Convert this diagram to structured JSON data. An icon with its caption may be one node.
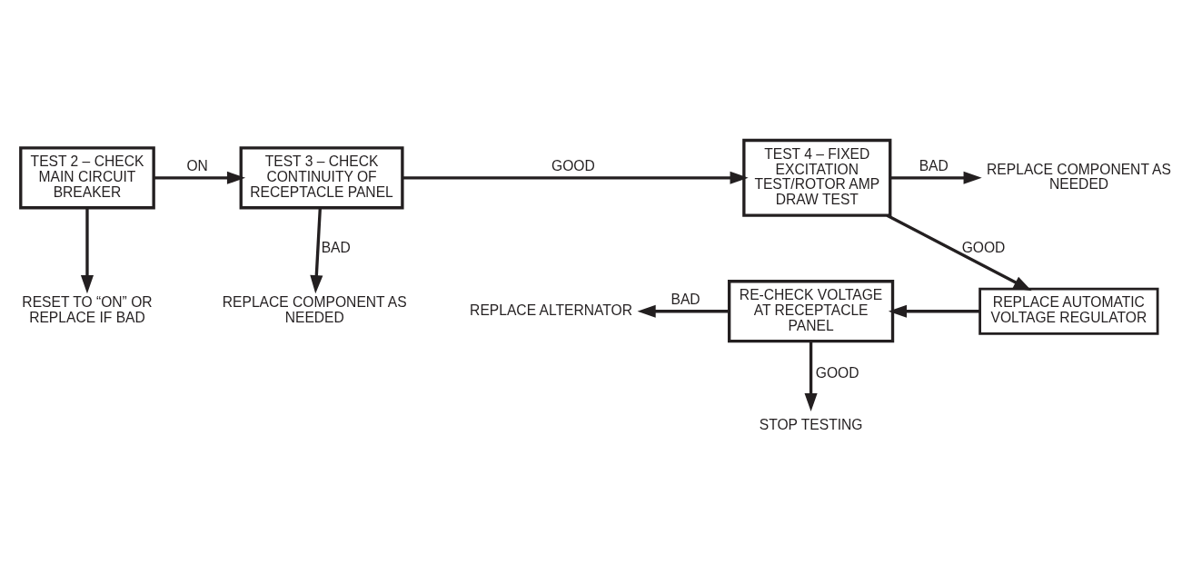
{
  "diagram": {
    "nodes": [
      {
        "text": [
          "TEST 2 – CHECK MAIN CIRCUIT BREAKER"
        ]
      },
      {
        "text": [
          "RESET TO “ON” OR REPLACE IF BAD"
        ]
      },
      {
        "text": [
          "TEST 3 – CHECK CONTINUITY OF RECEPTACLE PANEL"
        ]
      },
      {
        "text": [
          "REPLACE COMPONENT AS NEEDED"
        ]
      },
      {
        "text": [
          "TEST 4 – FIXED EXCITATION TEST/ROTOR AMP DRAW TEST"
        ]
      },
      {
        "text": [
          "REPLACE COMPONENT AS NEEDED"
        ]
      },
      {
        "text": [
          "REPLACE AUTOMATIC VOLTAGE REGULATOR"
        ]
      },
      {
        "text": [
          "RE-CHECK VOLTAGE AT RECEPTACLE PANEL"
        ]
      },
      {
        "text": [
          "REPLACE ALTERNATOR"
        ]
      },
      {
        "text": [
          "STOP TESTING"
        ]
      }
    ],
    "edges": [
      {
        "from": 0,
        "to": 1,
        "arrow": "to"
      },
      {
        "from": 0,
        "to": 2,
        "arrow": "to",
        "label": "ON"
      },
      {
        "from": 2,
        "to": 3,
        "arrow": "to",
        "label": "BAD"
      },
      {
        "from": 2,
        "to": 4,
        "arrow": "to",
        "label": "GOOD"
      },
      {
        "from": 4,
        "to": 5,
        "arrow": "to",
        "label": "BAD"
      },
      {
        "from": 4,
        "to": 6,
        "arrow": "to",
        "label": "GOOD"
      },
      {
        "from": 6,
        "to": 7,
        "arrow": "to"
      },
      {
        "from": 7,
        "to": 8,
        "arrow": "to",
        "label": "BAD"
      },
      {
        "from": 7,
        "to": 9,
        "arrow": "to",
        "label": "GOOD"
      }
    ]
  }
}
